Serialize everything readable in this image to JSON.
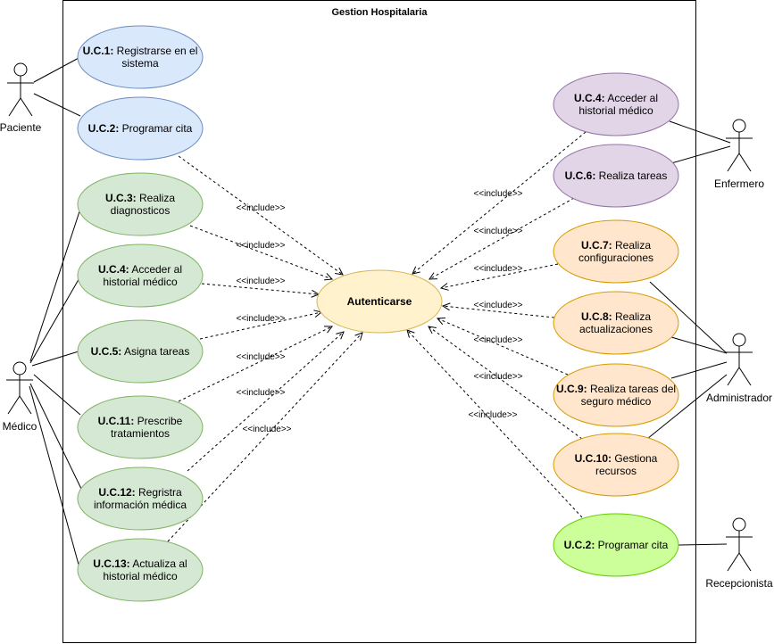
{
  "system": {
    "title": "Gestion Hospitalaria"
  },
  "colors": {
    "patient_fill": "#dae8fc",
    "patient_stroke": "#6c8ebf",
    "doctor_fill": "#d5e8d4",
    "doctor_stroke": "#82b366",
    "nurse_fill": "#e1d5e7",
    "nurse_stroke": "#9673a6",
    "admin_fill": "#ffe6cc",
    "admin_stroke": "#d79b00",
    "recep_fill": "#ccff99",
    "recep_stroke": "#66cc00",
    "auth_fill": "#fff2cc",
    "auth_stroke": "#d6b656"
  },
  "actors": {
    "paciente": "Paciente",
    "medico": "Médico",
    "enfermero": "Enfermero",
    "administrador": "Administrador",
    "recepcionista": "Recepcionista"
  },
  "auth": {
    "label": "Autenticarse"
  },
  "include_label": "<<include>>",
  "use_cases": {
    "uc1": {
      "code": "U.C.1:",
      "line1": " Registrarse en el",
      "line2": "sistema"
    },
    "uc2": {
      "code": "U.C.2:",
      "line1": " Programar cita"
    },
    "uc3": {
      "code": "U.C.3:",
      "line1": " Realiza",
      "line2": "diagnosticos"
    },
    "uc4": {
      "code": "U.C.4:",
      "line1": " Acceder al",
      "line2": "historial médico"
    },
    "uc5": {
      "code": "U.C.5:",
      "line1": " Asigna tareas"
    },
    "uc11": {
      "code": "U.C.11:",
      "line1": " Prescribe",
      "line2": "tratamientos"
    },
    "uc12": {
      "code": "U.C.12:",
      "line1": " Regristra",
      "line2": "información médica"
    },
    "uc13": {
      "code": "U.C.13:",
      "line1": " Actualiza al",
      "line2": "historial médico"
    },
    "uc4n": {
      "code": "U.C.4:",
      "line1": " Acceder al",
      "line2": "historial médico"
    },
    "uc6": {
      "code": "U.C.6:",
      "line1": " Realiza tareas"
    },
    "uc7": {
      "code": "U.C.7:",
      "line1": " Realiza",
      "line2": "configuraciones"
    },
    "uc8": {
      "code": "U.C.8:",
      "line1": " Realiza",
      "line2": "actualizaciones"
    },
    "uc9": {
      "code": "U.C.9:",
      "line1": " Realiza tareas del",
      "line2": "seguro médico"
    },
    "uc10": {
      "code": "U.C.10:",
      "line1": " Gestiona",
      "line2": "recursos"
    },
    "uc2r": {
      "code": "U.C.2:",
      "line1": " Programar cita"
    }
  }
}
